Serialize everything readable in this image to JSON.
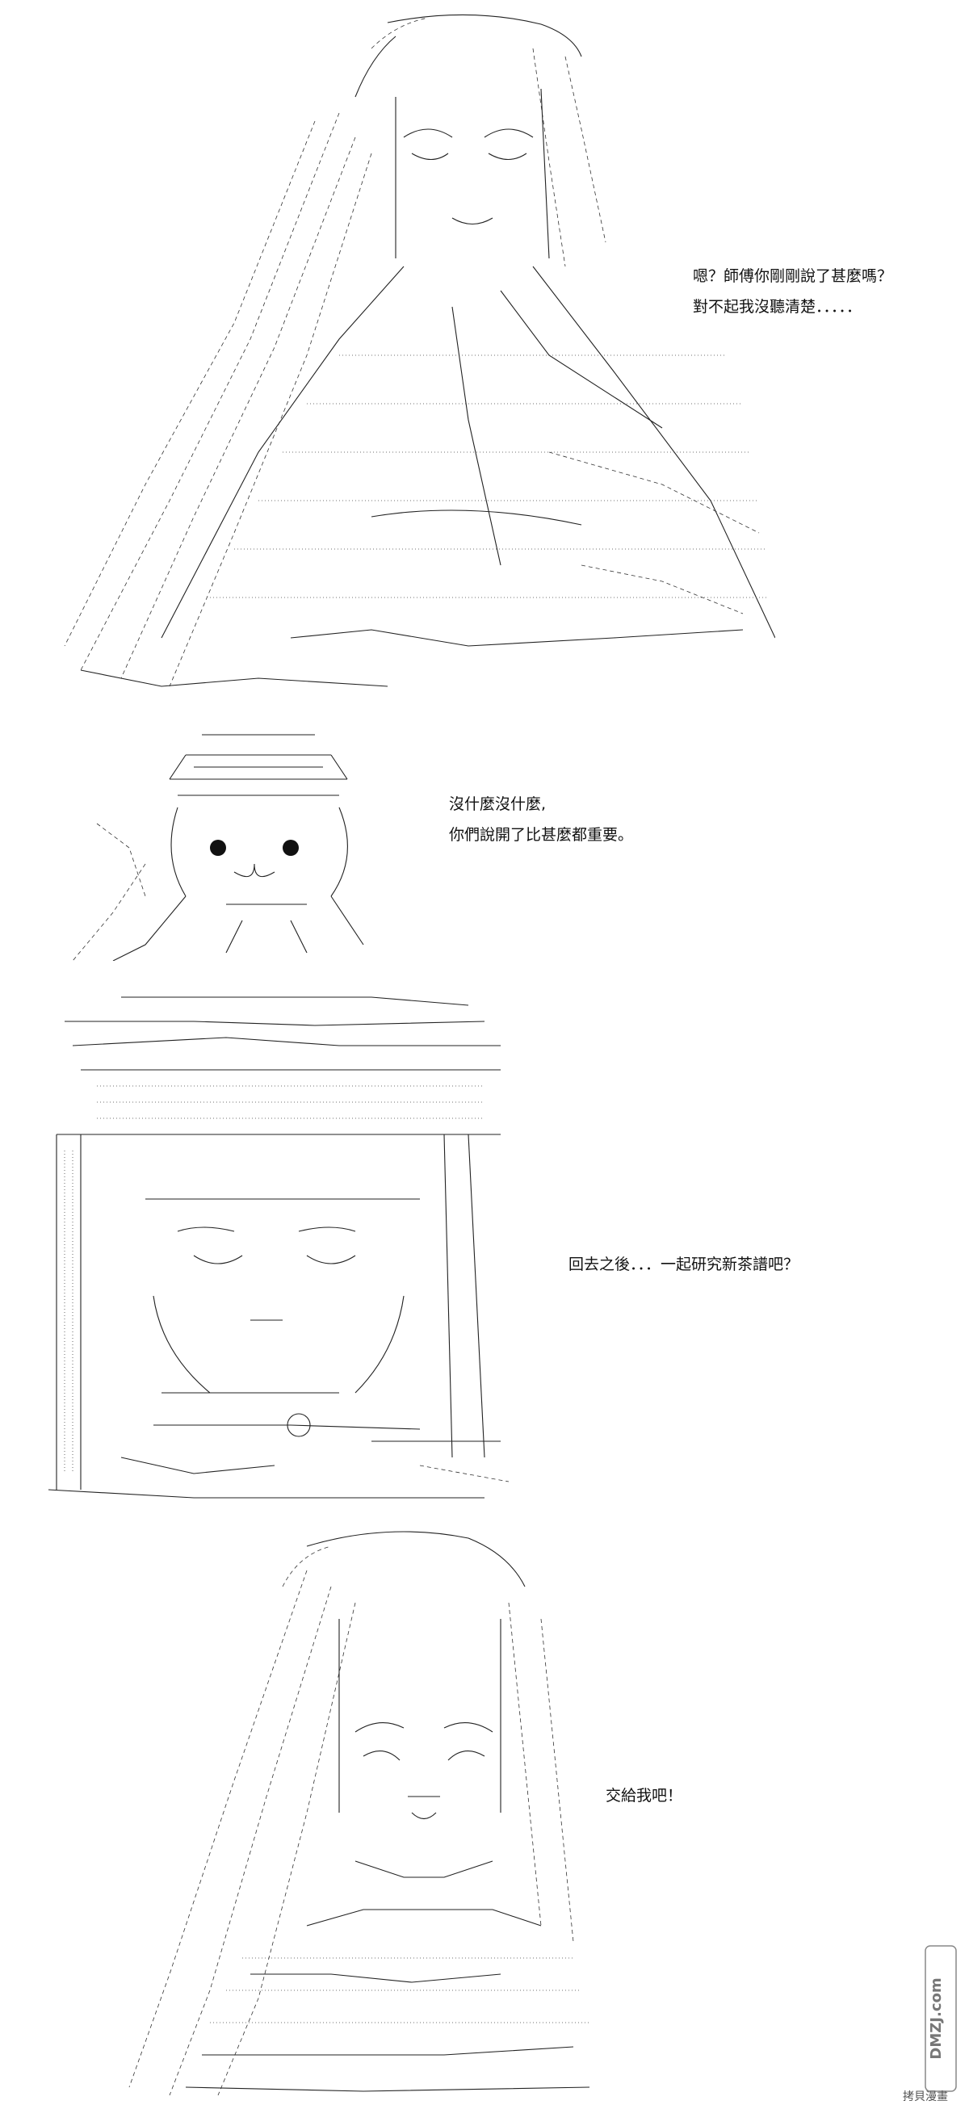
{
  "panels": [
    {
      "id": "panel-1",
      "dialogue": [
        "嗯？師傅你剛剛說了甚麼嗎？",
        "對不起我沒聽清楚．．．．．"
      ]
    },
    {
      "id": "panel-2",
      "dialogue": [
        "沒什麼沒什麼,",
        "你們說開了比甚麼都重要。"
      ]
    },
    {
      "id": "panel-3",
      "dialogue": [
        "回去之後．．．一起研究新茶譜吧？"
      ]
    },
    {
      "id": "panel-4",
      "dialogue": [
        "交給我吧！"
      ]
    }
  ],
  "watermark": {
    "logo_text": "DMZJ.com",
    "credit": "拷貝漫畫"
  }
}
